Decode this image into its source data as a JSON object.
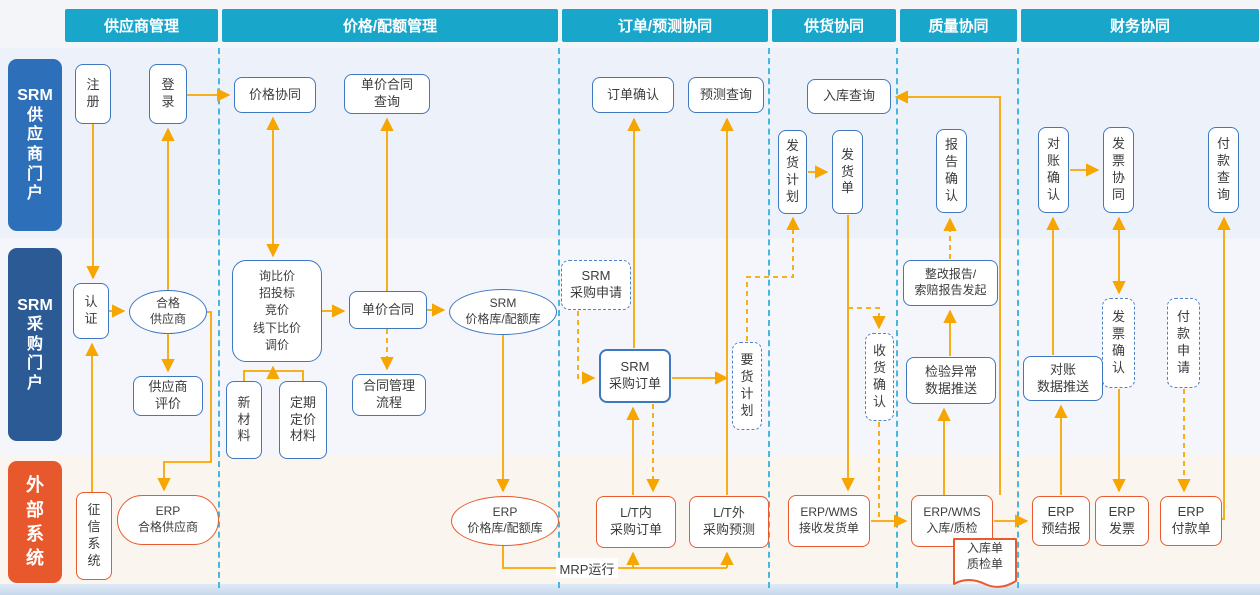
{
  "headers": {
    "supplier_mgmt": "供应商管理",
    "price_quota_mgmt": "价格/配额管理",
    "order_forecast": "订单/预测协同",
    "supply_collab": "供货协同",
    "quality_collab": "质量协同",
    "finance_collab": "财务协同"
  },
  "lanes": {
    "supplier_portal": "SRM\n供\n应\n商\n门\n户",
    "purchase_portal": "SRM\n采\n购\n门\n户",
    "external_systems": "外\n部\n系\n统"
  },
  "nodes": {
    "register": "注\n册",
    "login": "登\n录",
    "auth": "认\n证",
    "qualified_supplier": "合格\n供应商",
    "supplier_eval": "供应商\n评价",
    "credit_system": "征\n信\n系\n统",
    "erp_qualified_supplier": "ERP\n合格供应商",
    "price_collab": "价格协同",
    "unit_price_contract_query": "单价合同\n查询",
    "sourcing_methods": "询比价\n招投标\n竞价\n线下比价\n调价",
    "new_material": "新\n材\n料",
    "periodic_pricing_material": "定期\n定价\n材料",
    "unit_price_contract": "单价合同",
    "contract_mgmt_process": "合同管理\n流程",
    "srm_price_lib": "SRM\n价格库/配额库",
    "erp_price_lib": "ERP\n价格库/配额库",
    "mrp_run": "MRP运行",
    "order_confirm": "订单确认",
    "forecast_query": "预测查询",
    "srm_pr": "SRM\n采购申请",
    "srm_po": "SRM\n采购订单",
    "delivery_req_plan": "要\n货\n计\n划",
    "lt_in_po": "L/T内\n采购订单",
    "lt_out_forecast": "L/T外\n采购预测",
    "inbound_query": "入库查询",
    "ship_plan": "发\n货\n计\n划",
    "ship_note": "发\n货\n单",
    "receipt_confirm": "收\n货\n确\n认",
    "erpwms_receive": "ERP/WMS\n接收发货单",
    "report_confirm": "报\n告\n确\n认",
    "rectification_report": "整改报告/\n索赔报告发起",
    "inspection_data_push": "检验异常\n数据推送",
    "erpwms_inbound_qc": "ERP/WMS\n入库/质检",
    "inbound_qc_doc": "入库单\n质检单",
    "recon_confirm": "对\n账\n确\n认",
    "invoice_collab": "发\n票\n协\n同",
    "payment_query": "付\n款\n查\n询",
    "invoice_confirm": "发\n票\n确\n认",
    "payment_request": "付\n款\n申\n请",
    "recon_data_push": "对账\n数据推送",
    "erp_presettle": "ERP\n预结报",
    "erp_invoice": "ERP\n发票",
    "erp_payment": "ERP\n付款单"
  },
  "colors": {
    "header_teal": "#18a7ca",
    "lane_blue": "#2e6fb9",
    "lane_navy": "#2b5a94",
    "lane_orange": "#e8582d",
    "arrow_orange": "#f7a600",
    "node_blue_border": "#3e78c0",
    "node_orange_border": "#e95a2e",
    "separator_teal": "#44b8e0"
  }
}
